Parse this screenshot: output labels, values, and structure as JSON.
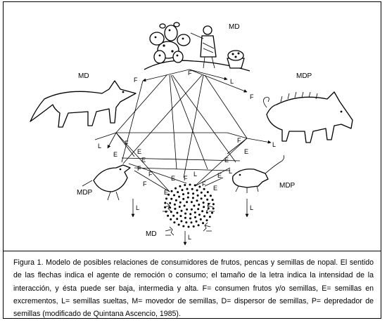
{
  "tags": {
    "top": "MD",
    "coyote": "MD",
    "boar": "MDP",
    "bird": "MDP",
    "rodent": "MDP",
    "ants": "MD"
  },
  "labels": {
    "top_f1": "F",
    "top_f2": "F",
    "top_l1": "L",
    "top_f3": "F",
    "coyote_l": "L",
    "coyote_f": "F",
    "coyote_e": "E",
    "boar_f": "F",
    "boar_e": "E",
    "boar_l": "L",
    "mid_e1": "E",
    "mid_e2": "E",
    "mid_f1": "F",
    "mid_f2": "F",
    "mid_f3": "F",
    "mid_e3": "E",
    "mid_e4": "E",
    "mid_f4": "F",
    "mid_l1": "L",
    "mid_f5": "F",
    "mid_e5": "E",
    "mid_e6": "E",
    "mid_l2": "L",
    "mid_e7": "E",
    "bird_l": "L",
    "ants_l": "L",
    "rodent_l": "L"
  },
  "caption": "Figura 1. Modelo de posibles relaciones de consumidores de frutos, pencas y semillas de nopal. El sentido de las flechas indica el agente de remoción o consumo; el tamaño de la letra indica la intensidad de la interacción, y ésta puede ser baja, intermedia y alta. F= consumen frutos y/o semillas, E= semillas en excrementos, L= semillas sueltas, M= movedor de semillas, D= dispersor de semillas, P= depredador de semillas (modificado de Quintana Ascencio, 1985).",
  "colors": {
    "ink": "#000000",
    "paper": "#ffffff"
  }
}
